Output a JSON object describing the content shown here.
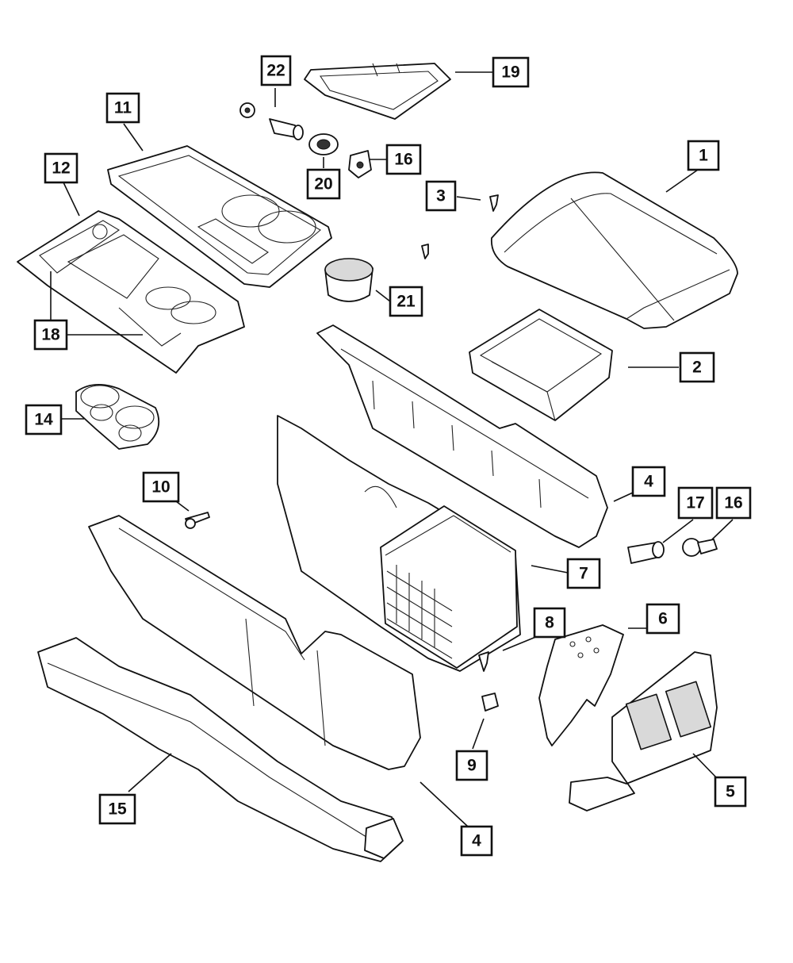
{
  "callouts": [
    {
      "id": "1",
      "label": "1"
    },
    {
      "id": "2",
      "label": "2"
    },
    {
      "id": "3",
      "label": "3"
    },
    {
      "id": "4a",
      "label": "4"
    },
    {
      "id": "4b",
      "label": "4"
    },
    {
      "id": "5",
      "label": "5"
    },
    {
      "id": "6",
      "label": "6"
    },
    {
      "id": "7",
      "label": "7"
    },
    {
      "id": "8",
      "label": "8"
    },
    {
      "id": "9",
      "label": "9"
    },
    {
      "id": "10",
      "label": "10"
    },
    {
      "id": "11",
      "label": "11"
    },
    {
      "id": "12",
      "label": "12"
    },
    {
      "id": "14",
      "label": "14"
    },
    {
      "id": "15",
      "label": "15"
    },
    {
      "id": "16a",
      "label": "16"
    },
    {
      "id": "16b",
      "label": "16"
    },
    {
      "id": "17",
      "label": "17"
    },
    {
      "id": "18",
      "label": "18"
    },
    {
      "id": "19",
      "label": "19"
    },
    {
      "id": "20",
      "label": "20"
    },
    {
      "id": "21",
      "label": "21"
    },
    {
      "id": "22",
      "label": "22"
    }
  ]
}
